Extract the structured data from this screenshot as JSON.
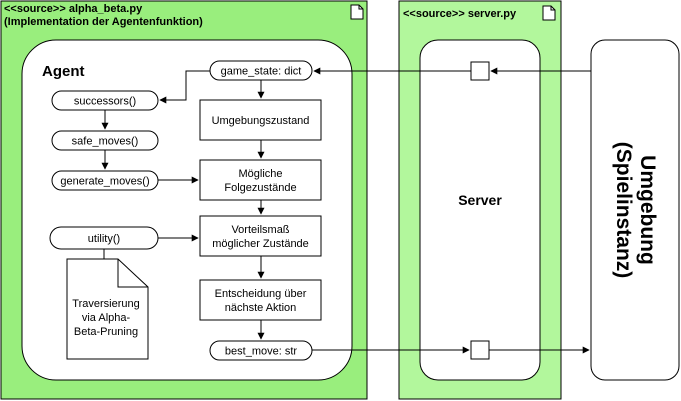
{
  "left_component": {
    "title_line1": "<<source>> alpha_beta.py",
    "title_line2": "(Implementation der Agentenfunktion)"
  },
  "agent": {
    "label": "Agent"
  },
  "methods": {
    "successors": "successors()",
    "safe_moves": "safe_moves()",
    "generate_moves": "generate_moves()",
    "utility": "utility()"
  },
  "note": {
    "line1": "Traversierung",
    "line2": "via Alpha-",
    "line3": "Beta-Pruning"
  },
  "flow": {
    "game_state": "game_state: dict",
    "umgebungszustand": "Umgebungszustand",
    "folge_line1": "Mögliche",
    "folge_line2": "Folgezustände",
    "vorteil_line1": "Vorteilsmaß",
    "vorteil_line2": "möglicher Zustände",
    "entscheidung_line1": "Entscheidung über",
    "entscheidung_line2": "nächste Aktion",
    "best_move": "best_move: str"
  },
  "server_component": {
    "title": "<<source>> server.py",
    "server_label": "Server"
  },
  "environment": {
    "line1": "Umgebung",
    "line2": "(Spielinstanz)"
  },
  "colors": {
    "component_fill": "#99ee7d",
    "server_fill": "#b2f79c",
    "white": "#ffffff",
    "stroke": "#000000"
  }
}
